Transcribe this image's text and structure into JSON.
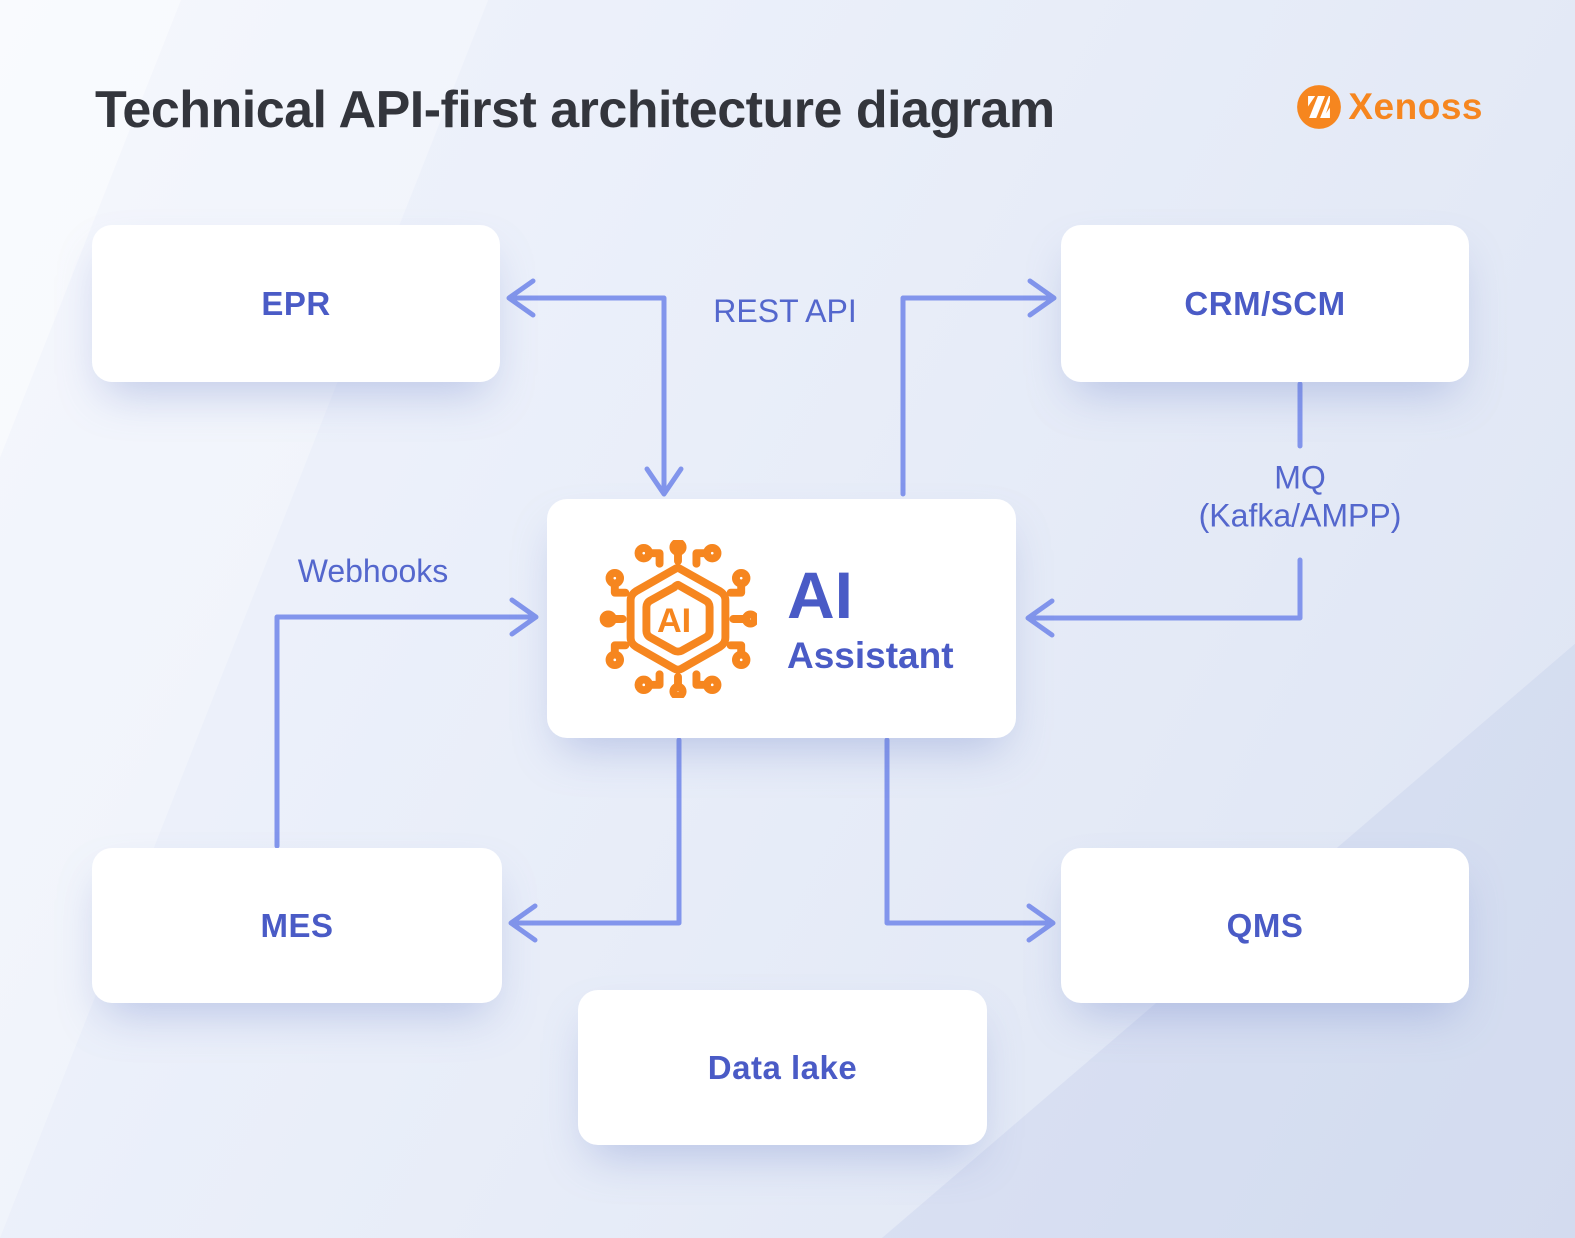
{
  "header": {
    "title": "Technical API-first architecture diagram",
    "brand": "Xenoss"
  },
  "nodes": {
    "epr": {
      "label": "EPR"
    },
    "crm_scm": {
      "label": "CRM/SCM"
    },
    "mes": {
      "label": "MES"
    },
    "qms": {
      "label": "QMS"
    },
    "data_lake": {
      "label": "Data lake"
    },
    "ai": {
      "title": "AI",
      "subtitle": "Assistant",
      "icon_text": "AI"
    }
  },
  "edges": {
    "rest_api": {
      "label": "REST API"
    },
    "webhooks": {
      "label": "Webhooks"
    },
    "mq": {
      "label_line1": "MQ",
      "label_line2": "(Kafka/AMPP)"
    }
  },
  "colors": {
    "accent_orange": "#F6861F",
    "node_label_blue": "#4A5BC6",
    "edge_label_blue": "#5467CD",
    "arrow_blue": "#8295EC",
    "title_dark": "#33353C"
  }
}
